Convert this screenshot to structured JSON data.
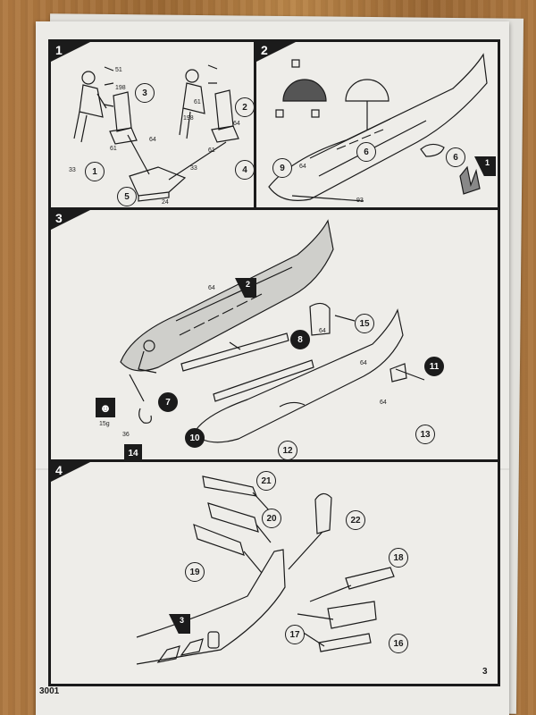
{
  "document": {
    "catalog_number": "3001",
    "page_number": "3"
  },
  "steps": [
    {
      "number": "1",
      "parts": [
        "51",
        "198",
        "61",
        "33",
        "1",
        "3",
        "64",
        "61",
        "198",
        "61",
        "33",
        "2",
        "64",
        "4",
        "5",
        "24"
      ]
    },
    {
      "number": "2",
      "parts": [
        "6",
        "9",
        "64",
        "93",
        "6"
      ],
      "reference": "1"
    },
    {
      "number": "3",
      "parts": [
        "64",
        "15",
        "64",
        "8",
        "64",
        "11",
        "7",
        "64",
        "13",
        "10",
        "12",
        "36",
        "14"
      ],
      "reference": "2",
      "paint_ref": "15g"
    },
    {
      "number": "4",
      "parts": [
        "21",
        "20",
        "22",
        "19",
        "18",
        "17",
        "16"
      ],
      "reference": "3"
    }
  ],
  "colors": {
    "ink": "#1b1b1b",
    "paper": "#eeede9",
    "table_wood": "#a8733c"
  }
}
